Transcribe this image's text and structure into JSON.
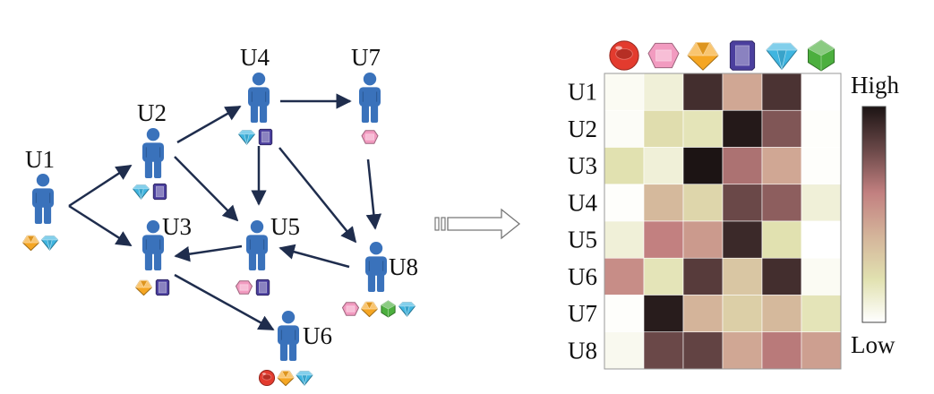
{
  "graph": {
    "nodes": [
      {
        "id": "U1",
        "label": "U1",
        "gems": [
          "orange",
          "cyan"
        ]
      },
      {
        "id": "U2",
        "label": "U2",
        "gems": [
          "cyan",
          "purple"
        ]
      },
      {
        "id": "U3",
        "label": "U3",
        "gems": [
          "orange",
          "purple"
        ]
      },
      {
        "id": "U4",
        "label": "U4",
        "gems": [
          "cyan",
          "purple"
        ]
      },
      {
        "id": "U5",
        "label": "U5",
        "gems": [
          "pink",
          "purple"
        ]
      },
      {
        "id": "U6",
        "label": "U6",
        "gems": [
          "red",
          "orange",
          "cyan"
        ]
      },
      {
        "id": "U7",
        "label": "U7",
        "gems": [
          "pink"
        ]
      },
      {
        "id": "U8",
        "label": "U8",
        "gems": [
          "pink",
          "orange",
          "green",
          "cyan"
        ]
      }
    ],
    "edges": [
      [
        "U1",
        "U2"
      ],
      [
        "U1",
        "U3"
      ],
      [
        "U2",
        "U4"
      ],
      [
        "U2",
        "U5"
      ],
      [
        "U4",
        "U7"
      ],
      [
        "U4",
        "U5"
      ],
      [
        "U4",
        "U8"
      ],
      [
        "U7",
        "U8"
      ],
      [
        "U5",
        "U3"
      ],
      [
        "U8",
        "U5"
      ],
      [
        "U3",
        "U6"
      ]
    ]
  },
  "heatmap": {
    "row_labels": [
      "U1",
      "U2",
      "U3",
      "U4",
      "U5",
      "U6",
      "U7",
      "U8"
    ],
    "column_gems": [
      "red",
      "pink",
      "orange",
      "purple",
      "cyan",
      "green"
    ],
    "values": [
      [
        0.03,
        0.1,
        0.9,
        0.45,
        0.88,
        0.0
      ],
      [
        0.02,
        0.22,
        0.18,
        0.98,
        0.75,
        0.01
      ],
      [
        0.2,
        0.1,
        1.0,
        0.65,
        0.45,
        0.01
      ],
      [
        0.01,
        0.38,
        0.25,
        0.8,
        0.72,
        0.1
      ],
      [
        0.1,
        0.6,
        0.5,
        0.92,
        0.2,
        0.0
      ],
      [
        0.55,
        0.18,
        0.85,
        0.32,
        0.9,
        0.03
      ],
      [
        0.01,
        0.97,
        0.4,
        0.28,
        0.38,
        0.18
      ],
      [
        0.04,
        0.8,
        0.82,
        0.45,
        0.62,
        0.48
      ]
    ],
    "legend": {
      "high": "High",
      "low": "Low"
    }
  },
  "colors": {
    "person": "#3a72bb",
    "arrow": "#1f2d4d",
    "gems": {
      "red": "#e33b2e",
      "pink": "#f29bc0",
      "orange": "#f5a623",
      "purple": "#4b3f9e",
      "cyan": "#3fb5e0",
      "green": "#4caf3e"
    },
    "colormap": [
      "#ffffff",
      "#e1e1b0",
      "#d4b49a",
      "#c28080",
      "#6a4848",
      "#1c1414"
    ]
  }
}
